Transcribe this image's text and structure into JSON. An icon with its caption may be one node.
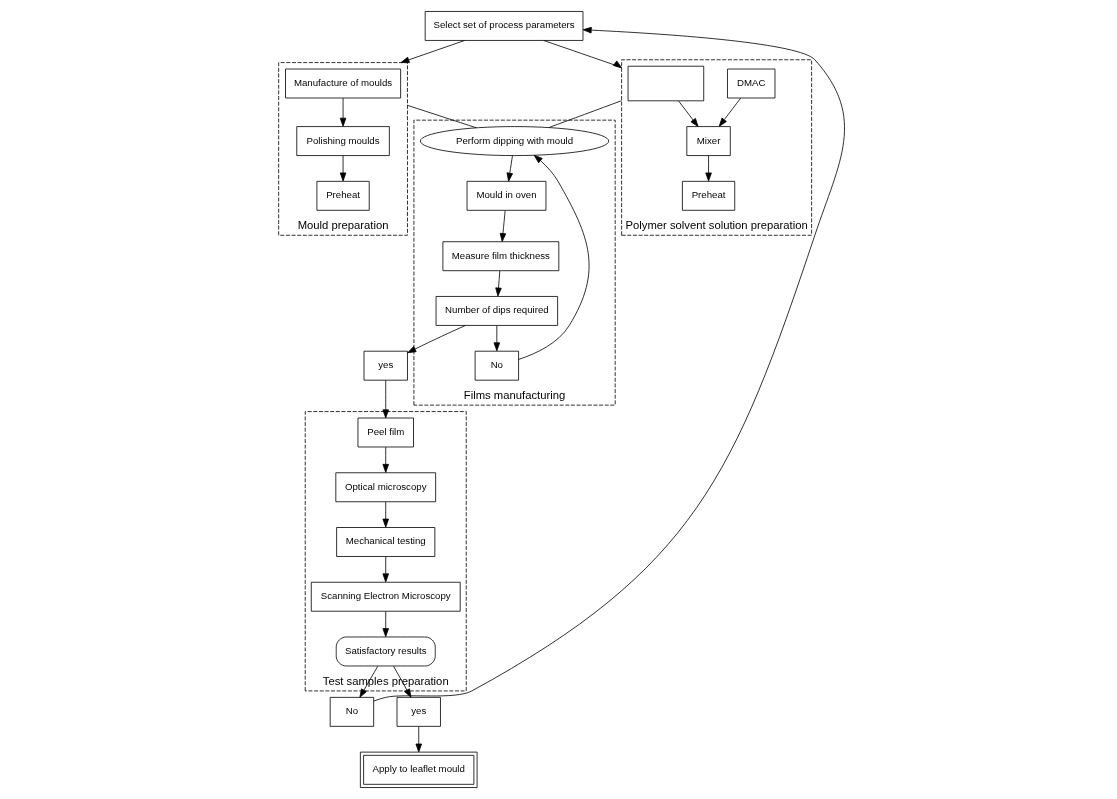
{
  "diagram": {
    "nodes": [
      {
        "text": [
          "Select set of process parameters"
        ]
      },
      {
        "text": [
          "Polymer solvent solution preparation"
        ]
      },
      {
        "text": [],
        "shape": "box",
        "in": 1
      },
      {
        "text": [
          "DMAC"
        ],
        "in": 1
      },
      {
        "text": [
          "Mixer"
        ],
        "in": 1
      },
      {
        "text": [
          "Preheat"
        ],
        "in": 1
      },
      {
        "text": [
          "Mould preparation"
        ]
      },
      {
        "text": [
          "Manufacture of moulds"
        ],
        "in": 6
      },
      {
        "text": [
          "Polishing moulds"
        ],
        "in": 6
      },
      {
        "text": [
          "Preheat"
        ],
        "in": 6
      },
      {
        "text": [
          "Films manufacturing"
        ]
      },
      {
        "text": [
          "Perform dipping with mould"
        ],
        "in": 10
      },
      {
        "text": [
          "Mould in oven"
        ],
        "in": 10
      },
      {
        "text": [
          "Measure film thickness"
        ],
        "in": 10
      },
      {
        "text": [
          "Number of dips required"
        ],
        "in": 10
      },
      {
        "text": [
          "No"
        ],
        "in": 10
      },
      {
        "text": [
          "yes"
        ]
      },
      {
        "text": [
          "Test samples preparation"
        ]
      },
      {
        "text": [
          "Peel film"
        ],
        "in": 17
      },
      {
        "text": [
          "Optical microscopy"
        ],
        "in": 17
      },
      {
        "text": [
          "Mechanical testing"
        ],
        "in": 17
      },
      {
        "text": [
          "Scanning Electron Microscopy"
        ],
        "in": 17
      },
      {
        "text": [
          "Satisfactory results"
        ],
        "in": 17
      },
      {
        "text": [
          "No"
        ]
      },
      {
        "text": [
          "yes"
        ]
      },
      {
        "text": [
          "Apply to leaflet mould"
        ]
      }
    ],
    "edges": [
      {
        "from": 0,
        "to": 1,
        "arrow": "to"
      },
      {
        "from": 0,
        "to": 6,
        "arrow": "to"
      },
      {
        "from": 2,
        "to": 4,
        "arrow": "to"
      },
      {
        "from": 3,
        "to": 4,
        "arrow": "to"
      },
      {
        "from": 4,
        "to": 5,
        "arrow": "to"
      },
      {
        "from": 7,
        "to": 8,
        "arrow": "to"
      },
      {
        "from": 8,
        "to": 9,
        "arrow": "to"
      },
      {
        "from": 1,
        "to": 11,
        "arrow": "none"
      },
      {
        "from": 6,
        "to": 11,
        "arrow": "none"
      },
      {
        "from": 11,
        "to": 12,
        "arrow": "to"
      },
      {
        "from": 12,
        "to": 13,
        "arrow": "to"
      },
      {
        "from": 13,
        "to": 14,
        "arrow": "to"
      },
      {
        "from": 14,
        "to": 15,
        "arrow": "to"
      },
      {
        "from": 15,
        "to": 11,
        "arrow": "to"
      },
      {
        "from": 14,
        "to": 16,
        "arrow": "to"
      },
      {
        "from": 16,
        "to": 18,
        "arrow": "to"
      },
      {
        "from": 18,
        "to": 19,
        "arrow": "to"
      },
      {
        "from": 19,
        "to": 20,
        "arrow": "to"
      },
      {
        "from": 20,
        "to": 21,
        "arrow": "to"
      },
      {
        "from": 21,
        "to": 22,
        "arrow": "to"
      },
      {
        "from": 22,
        "to": 23,
        "arrow": "to"
      },
      {
        "from": 23,
        "to": 0,
        "arrow": "to"
      },
      {
        "from": 22,
        "to": 24,
        "arrow": "to"
      },
      {
        "from": 24,
        "to": 25,
        "arrow": "to"
      }
    ]
  }
}
